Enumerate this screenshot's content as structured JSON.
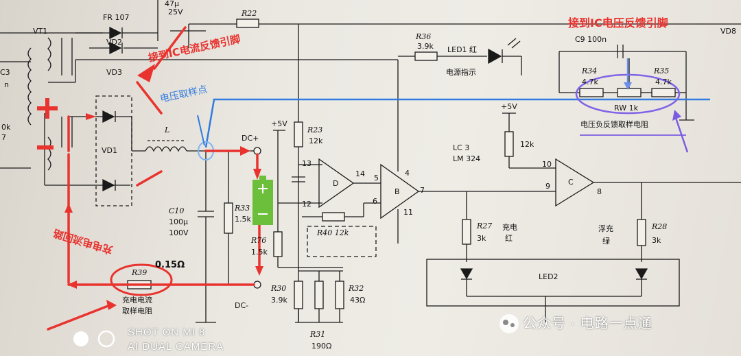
{
  "labels": {
    "cap_top": "47μ",
    "cap_top_v": "25V",
    "r22": "R22",
    "vt1": "VT1",
    "fr107": "FR 107",
    "vd2": "VD2",
    "vd3": "VD3",
    "c3": "C3",
    "c3_val": "n",
    "left_k": "0k",
    "left_7": "7",
    "r36": "R36",
    "r36_val": "3.9k",
    "led1": "LED1  红",
    "power_ind": "电源指示",
    "vd8": "VD8",
    "c9": "C9  100n",
    "r34": "R34",
    "r34_val": "4.7k",
    "r35": "R35",
    "r35_val": "4.7k",
    "rw": "RW   1k",
    "l": "L",
    "vd1": "VD1",
    "plus5v_a": "+5V",
    "dc_plus": "DC+",
    "r23": "R23",
    "r23_val": "12k",
    "pin13": "13",
    "pin12": "12",
    "pin14": "14",
    "amp_d": "D",
    "pin5": "5",
    "pin4": "4",
    "pin6": "6",
    "pin7": "7",
    "pin11": "11",
    "amp_b": "B",
    "lc3": "LC 3",
    "lm324": "LM 324",
    "plus5v_b": "+5V",
    "r_12k": "12k",
    "pin10": "10",
    "pin9": "9",
    "pin8": "8",
    "amp_c": "C",
    "c10": "C10",
    "c10_val": "100μ",
    "c10_v": "100V",
    "r33": "R33",
    "r33_val": "1.5k",
    "r76": "R76",
    "r76_val": "1.5k",
    "r40": "R40  12k",
    "r27": "R27",
    "r27_val": "3k",
    "charge": "充电",
    "charge_color": "红",
    "float": "浮充",
    "float_color": "绿",
    "r28": "R28",
    "r28_val": "3k",
    "led2": "LED2",
    "r39": "R39",
    "r39_val": "0.15Ω",
    "sense_1": "充电电流",
    "sense_2": "取样电阻",
    "dc_minus": "DC-",
    "r30": "R30",
    "r30_val": "3.9k",
    "r32": "R32",
    "r32_val": "43Ω",
    "r31": "R31",
    "r31_val": "190Ω",
    "plus": "+",
    "minus": "−"
  },
  "annotations": {
    "ic_current_feedback": "接到IC电流反馈引脚",
    "ic_voltage_feedback": "接到IC电压反馈引脚",
    "voltage_sample_point": "电压取样点",
    "voltage_feedback_resistors": "电压负反馈取样电阻",
    "charge_loop": "充电电流回路"
  },
  "watermark": {
    "shot_on": "SHOT ON MI 8",
    "camera": "AI DUAL CAMERA",
    "account": "公众号 · 电路一点通"
  },
  "colors": {
    "red": "#e8332f",
    "blue": "#2f7be0",
    "purple": "#7b5ce0",
    "green": "#6cbf3a"
  }
}
